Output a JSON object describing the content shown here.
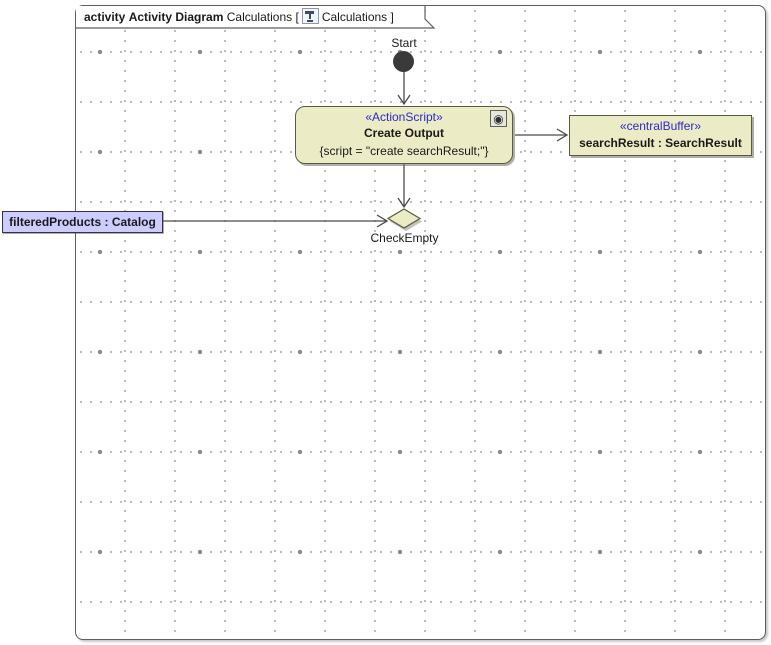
{
  "frame": {
    "header": {
      "keyword": "activity",
      "diagram_kind": "Activity Diagram",
      "diagram_name": "Calculations",
      "open_bracket": "[",
      "context_name": "Calculations",
      "close_bracket": "]",
      "icon": "activity-diagram-icon"
    }
  },
  "nodes": {
    "start": {
      "label": "Start"
    },
    "action": {
      "stereotype": "«ActionScript»",
      "name": "Create Output",
      "script": "{script = \"create searchResult;\"}",
      "icon": "behavior-badge-icon",
      "icon_glyph": "◉"
    },
    "central_buffer": {
      "stereotype": "«centralBuffer»",
      "name": "searchResult : SearchResult"
    },
    "decision": {
      "label": "CheckEmpty"
    },
    "object_node": {
      "label": "filteredProducts : Catalog"
    }
  },
  "edges": [
    {
      "from": "start",
      "to": "action"
    },
    {
      "from": "action",
      "to": "central_buffer"
    },
    {
      "from": "action",
      "to": "decision"
    },
    {
      "from": "object_node",
      "to": "decision"
    }
  ],
  "colors": {
    "node_fill": "#EBEBC6",
    "node_border": "#5A5A40",
    "object_node_fill": "#CCCCFF",
    "stereotype_text": "#2B2BC8",
    "connector": "#4A4A4A",
    "frame_border": "#5E5E5E",
    "grid_dot": "#ABABAB",
    "start_node_fill": "#3A3A3A"
  }
}
